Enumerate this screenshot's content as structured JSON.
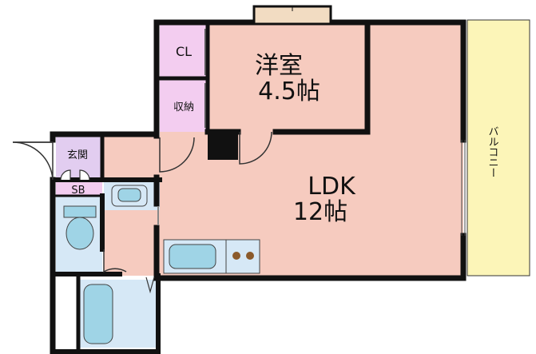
{
  "rooms": {
    "western_room": {
      "name": "洋室",
      "size": "4.5帖"
    },
    "ldk": {
      "name": "LDK",
      "size": "12帖"
    },
    "closet": "CL",
    "storage": "収納",
    "entrance": "玄関",
    "shoe_box": "SB",
    "balcony": "バルコニー"
  },
  "colors": {
    "room_fill": "#f6cbbf",
    "closet_fill": "#f3cdf0",
    "entrance_fill": "#e2cdf0",
    "wet_fill": "#d6e8f6",
    "balcony_fill": "#fcf5b8",
    "wall": "#111111"
  }
}
